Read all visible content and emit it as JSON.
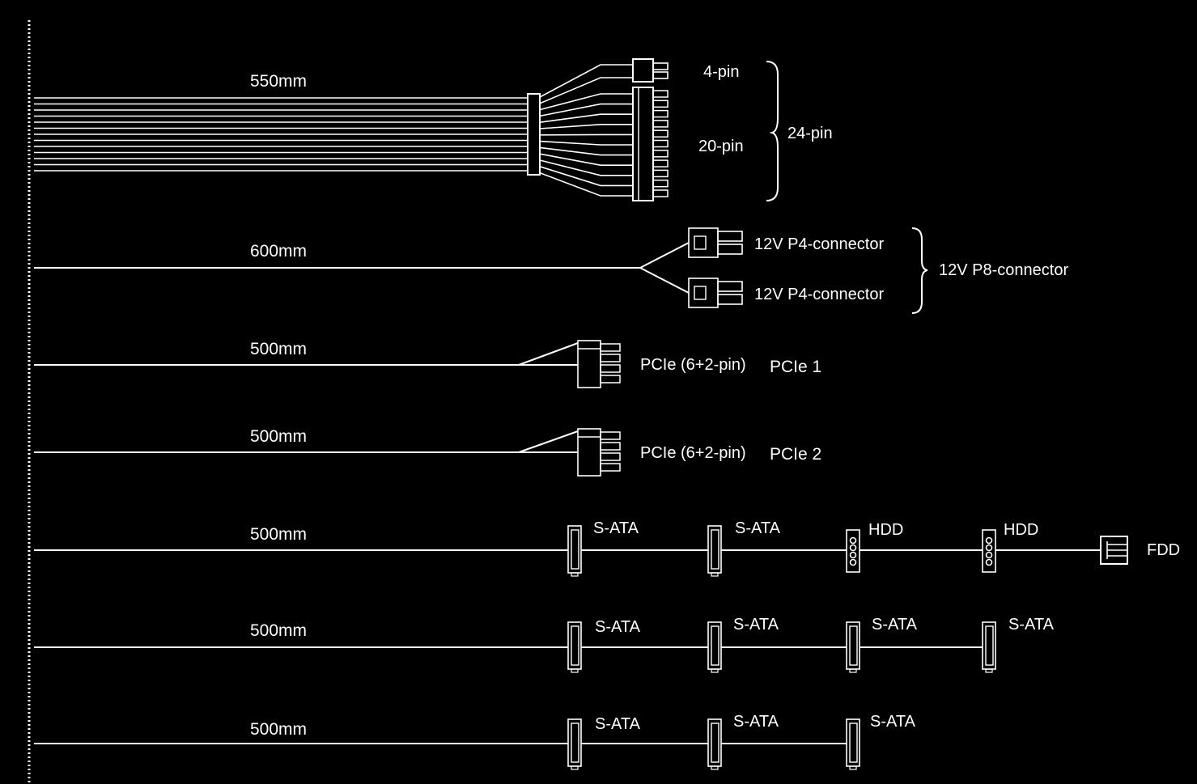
{
  "cables": [
    {
      "length": "550mm",
      "sub_labels": [
        "4-pin",
        "20-pin"
      ],
      "group_label": "24-pin"
    },
    {
      "length": "600mm",
      "sub_labels": [
        "12V P4-connector",
        "12V P4-connector"
      ],
      "group_label": "12V P8-connector"
    },
    {
      "length": "500mm",
      "connector_label": "PCIe (6+2-pin)",
      "name": "PCIe 1"
    },
    {
      "length": "500mm",
      "connector_label": "PCIe (6+2-pin)",
      "name": "PCIe 2"
    },
    {
      "length": "500mm",
      "connectors": [
        "S-ATA",
        "S-ATA",
        "HDD",
        "HDD",
        "FDD"
      ]
    },
    {
      "length": "500mm",
      "connectors": [
        "S-ATA",
        "S-ATA",
        "S-ATA",
        "S-ATA"
      ]
    },
    {
      "length": "500mm",
      "connectors": [
        "S-ATA",
        "S-ATA",
        "S-ATA"
      ]
    }
  ],
  "colors": {
    "background": "#000000",
    "line": "#ffffff"
  }
}
